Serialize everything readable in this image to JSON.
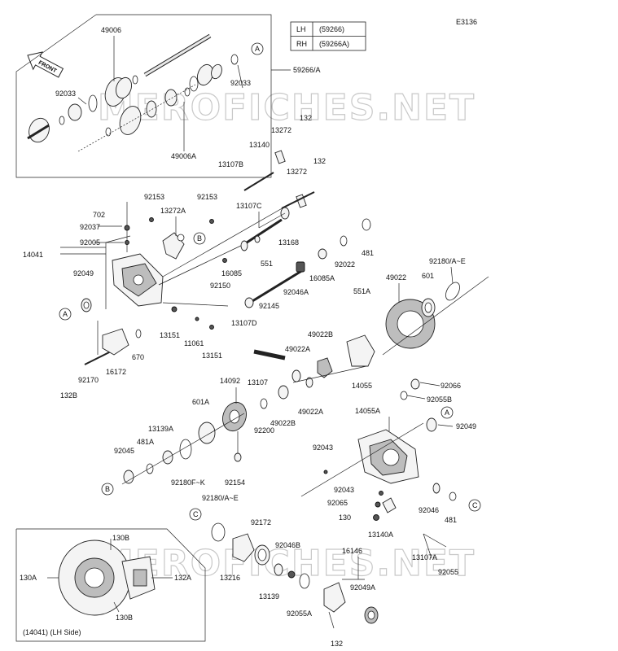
{
  "diagram_code": "E3136",
  "side_table": {
    "rows": [
      {
        "side": "LH",
        "code": "(59266)"
      },
      {
        "side": "RH",
        "code": "(59266A)"
      }
    ]
  },
  "front_arrow_text": "FRONT",
  "watermark_text": "MEROFICHES.NET",
  "callouts": [
    "A",
    "B",
    "C"
  ],
  "part_labels": {
    "p49006": "49006",
    "p92033a": "92033",
    "p92033b": "92033",
    "p49006A": "49006A",
    "p59266A": "59266/A",
    "p132a": "132",
    "p13272a": "13272",
    "p13140": "13140",
    "p13107B": "13107B",
    "p132b": "132",
    "p13272b": "13272",
    "p92153a": "92153",
    "p92153b": "92153",
    "p13272A": "13272A",
    "p13107C": "13107C",
    "p702": "702",
    "p92037": "92037",
    "p92005": "92005",
    "p14041": "14041",
    "p551": "551",
    "p13168": "13168",
    "p481a": "481",
    "p16085": "16085",
    "p92022": "92022",
    "p92150": "92150",
    "p16085A": "16085A",
    "p92049a": "92049",
    "p92046A": "92046A",
    "p49022": "49022",
    "p92180AE": "92180/A~E",
    "p601": "601",
    "p551A": "551A",
    "p92145": "92145",
    "p13107D": "13107D",
    "p13151a": "13151",
    "p11061": "11061",
    "p13151b": "13151",
    "p670": "670",
    "p49022B": "49022B",
    "p49022Aa": "49022A",
    "p16172": "16172",
    "p92170": "92170",
    "p132B": "132B",
    "p13107": "13107",
    "p14055": "14055",
    "p92066": "92066",
    "p14092": "14092",
    "p92055B": "92055B",
    "p49022Ab": "49022A",
    "p601A": "601A",
    "p14055A": "14055A",
    "p49022B2": "49022B",
    "p92049b": "92049",
    "p13139A": "13139A",
    "p92200": "92200",
    "p481A": "481A",
    "p92045": "92045",
    "p92043a": "92043",
    "p92180FK": "92180F~K",
    "p92154": "92154",
    "p92043b": "92043",
    "p92065": "92065",
    "p92046": "92046",
    "p92180AE2": "92180/A~E",
    "p130": "130",
    "p481b": "481",
    "p13140A": "13140A",
    "p92172": "92172",
    "p92046B": "92046B",
    "p16146": "16146",
    "p13107A": "13107A",
    "p92055": "92055",
    "p13216": "13216",
    "p92049A": "92049A",
    "p13139": "13139",
    "p92055A": "92055A",
    "p132c": "132"
  },
  "inset": {
    "labels": {
      "l130B_top": "130B",
      "l130A": "130A",
      "l132A": "132A",
      "l130B_bottom": "130B"
    },
    "caption": "(14041) (LH Side)"
  }
}
